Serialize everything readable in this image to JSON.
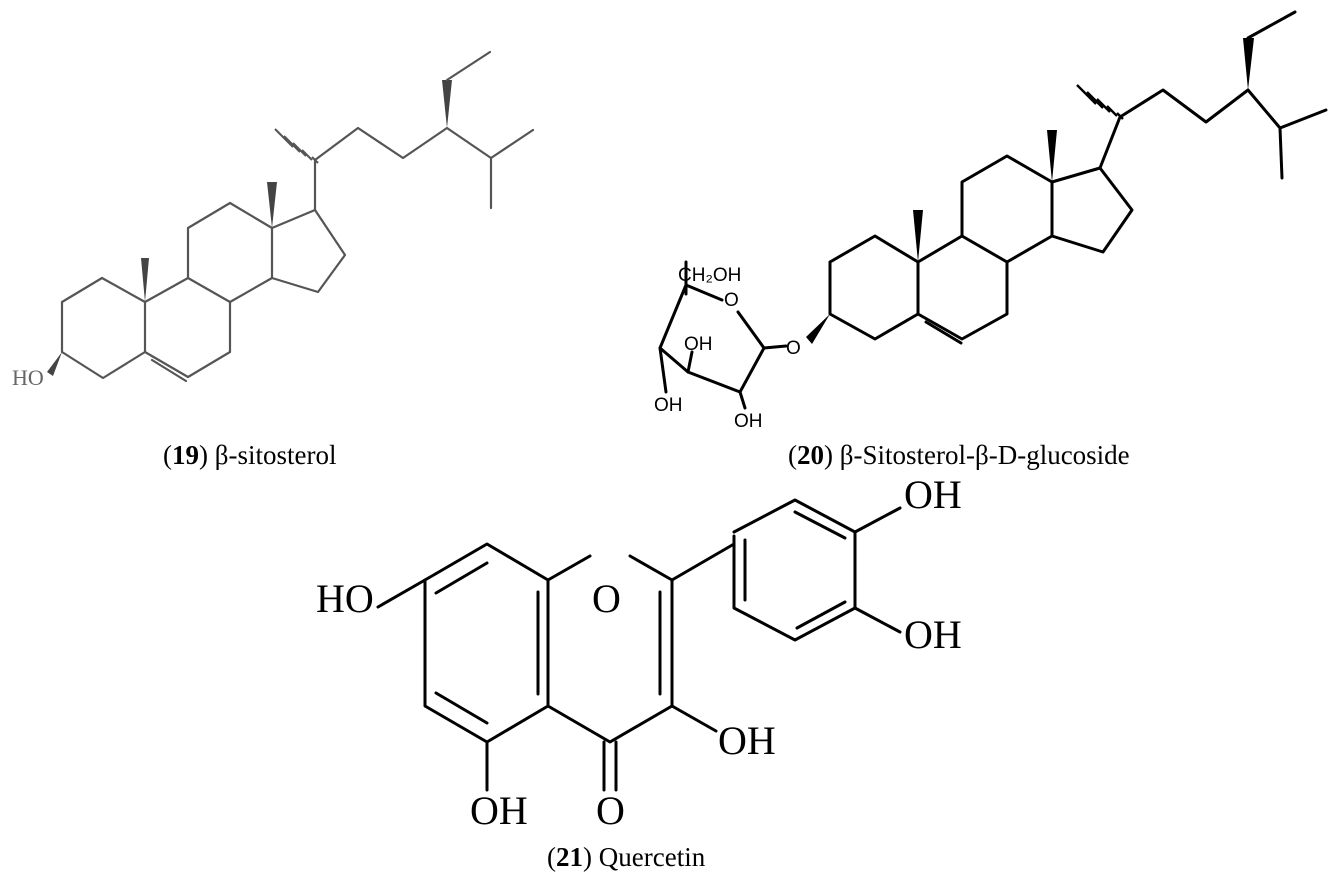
{
  "compounds": [
    {
      "number": "19",
      "name": "β-sitosterol"
    },
    {
      "number": "20",
      "name": "β-Sitosterol-β-D-glucoside"
    },
    {
      "number": "21",
      "name": "Quercetin"
    }
  ],
  "atoms": {
    "c19_ho": "HO",
    "c20_ch2oh": "CH₂OH",
    "c20_o_ring": "O",
    "c20_o_link": "O",
    "c20_oh1": "OH",
    "c20_oh2": "OH",
    "c20_oh3": "OH",
    "c21_ho": "HO",
    "c21_o_ring": "O",
    "c21_oh_top": "OH",
    "c21_oh_mid": "OH",
    "c21_oh_3": "OH",
    "c21_oh_5": "OH",
    "c21_o_keto": "O"
  }
}
